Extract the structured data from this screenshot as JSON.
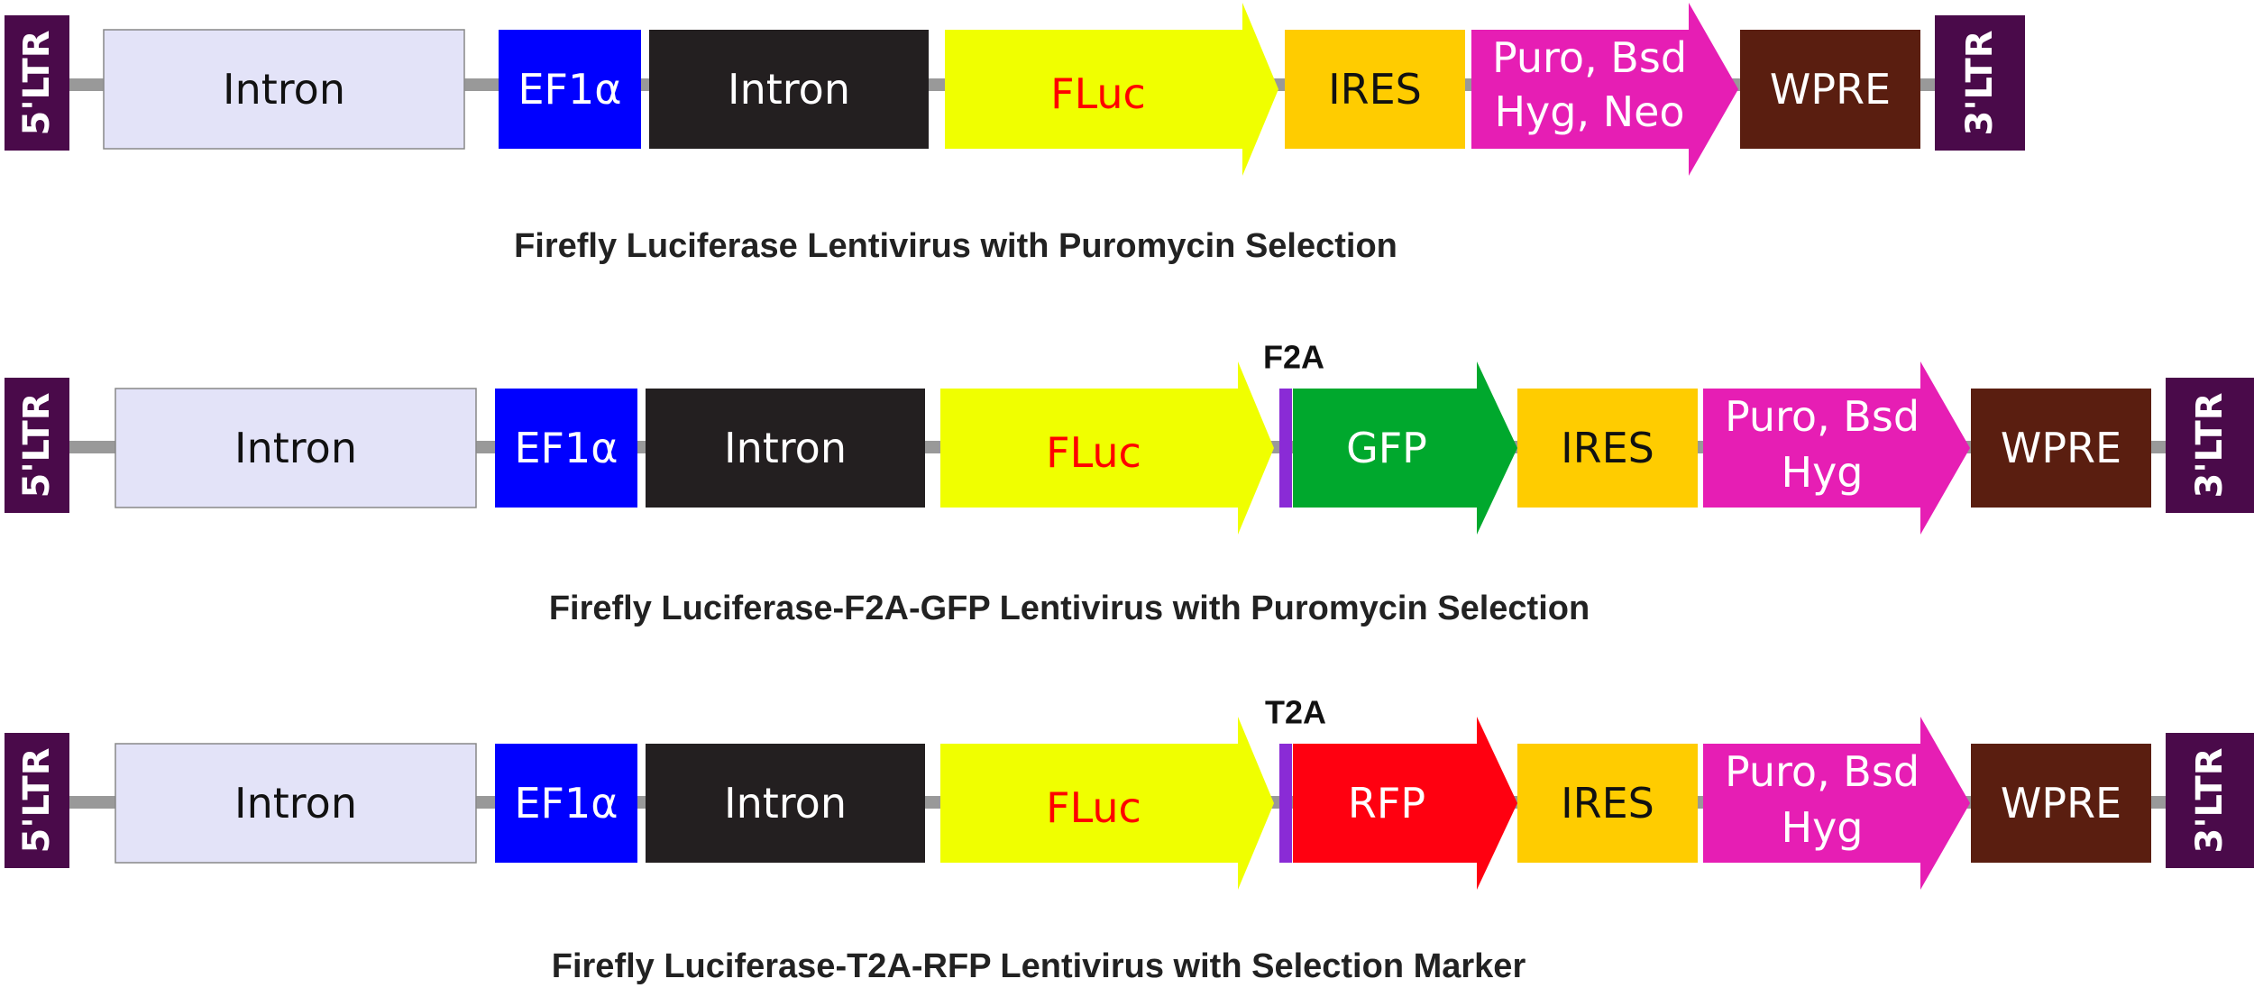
{
  "colors": {
    "backbone": "#999999",
    "ltr": "#4a0a4a",
    "intron1": "#e3e3f8",
    "ef1a": "#0000ff",
    "intron2": "#231f20",
    "fluc": "#f0ff00",
    "fluc_text": "#ff0000",
    "linker": "#8a2bd6",
    "gfp": "#00a82d",
    "rfp": "#ff0010",
    "ires": "#ffcc00",
    "selection": "#e61eb4",
    "wpre": "#5a1e10"
  },
  "constructs": [
    {
      "title": "Firefly Luciferase Lentivirus with Puromycin Selection",
      "ltr5": "5'LTR",
      "intron1": "Intron",
      "promoter": "EF1α",
      "intron2": "Intron",
      "fluc": "FLuc",
      "ires": "IRES",
      "selection_line1": "Puro, Bsd",
      "selection_line2": "Hyg, Neo",
      "wpre": "WPRE",
      "ltr3": "3'LTR"
    },
    {
      "title": "Firefly Luciferase-F2A-GFP Lentivirus with Puromycin Selection",
      "ltr5": "5'LTR",
      "intron1": "Intron",
      "promoter": "EF1α",
      "intron2": "Intron",
      "fluc": "FLuc",
      "linker": "F2A",
      "reporter": "GFP",
      "ires": "IRES",
      "selection_line1": "Puro, Bsd",
      "selection_line2": "Hyg",
      "wpre": "WPRE",
      "ltr3": "3'LTR"
    },
    {
      "title": "Firefly Luciferase-T2A-RFP Lentivirus with Selection Marker",
      "ltr5": "5'LTR",
      "intron1": "Intron",
      "promoter": "EF1α",
      "intron2": "Intron",
      "fluc": "FLuc",
      "linker": "T2A",
      "reporter": "RFP",
      "ires": "IRES",
      "selection_line1": "Puro, Bsd",
      "selection_line2": "Hyg",
      "wpre": "WPRE",
      "ltr3": "3'LTR"
    }
  ]
}
